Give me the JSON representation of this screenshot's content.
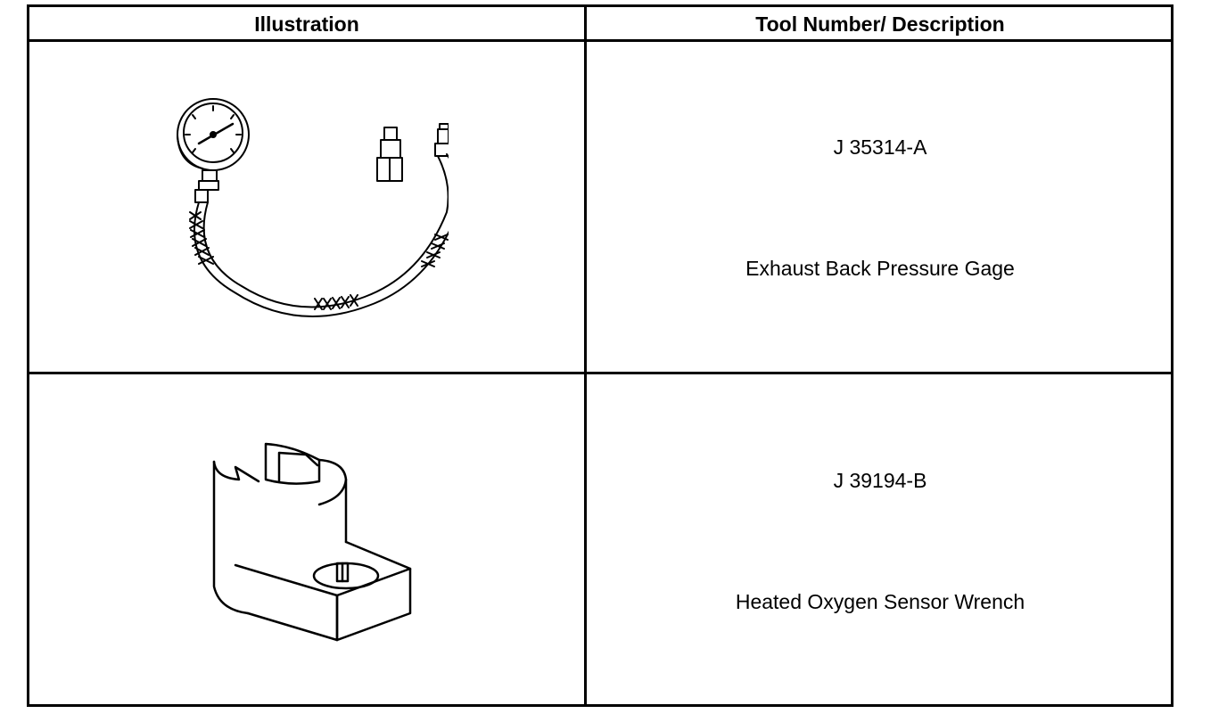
{
  "table": {
    "headers": {
      "illustration": "Illustration",
      "description": "Tool Number/ Description"
    },
    "rows": [
      {
        "tool_number": "J 35314-A",
        "description": "Exhaust Back Pressure Gage",
        "illustration_icon": "pressure-gage-icon"
      },
      {
        "tool_number": "J 39194-B",
        "description": "Heated Oxygen Sensor Wrench",
        "illustration_icon": "oxygen-sensor-wrench-icon"
      }
    ]
  }
}
